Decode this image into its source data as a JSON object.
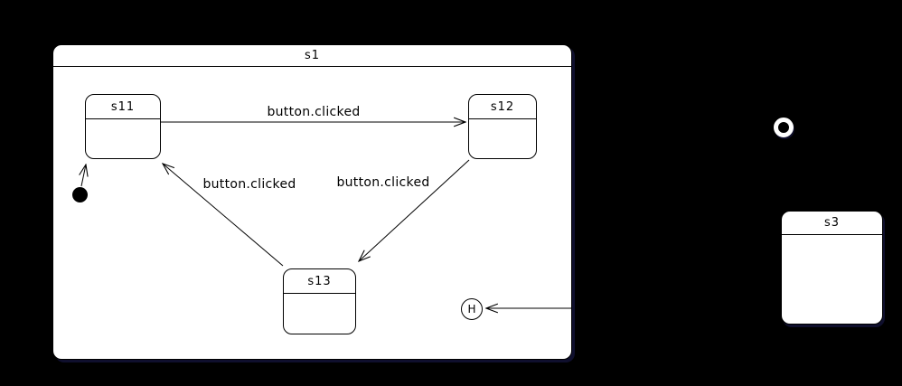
{
  "statechart": {
    "composite": {
      "label": "s1"
    },
    "states": [
      {
        "label": "s11"
      },
      {
        "label": "s12"
      },
      {
        "label": "s13"
      },
      {
        "label": "s3"
      }
    ],
    "pseudostates": {
      "initial": {
        "type": "initial-state-dot"
      },
      "history": {
        "label": "H"
      },
      "ring": {
        "type": "state-ring"
      }
    },
    "transitions": [
      {
        "from": "s11",
        "to": "s12",
        "label": "button.clicked"
      },
      {
        "from": "s13",
        "to": "s11",
        "label": "button.clicked"
      },
      {
        "from": "s12",
        "to": "s13",
        "label": "button.clicked"
      },
      {
        "from": "initial",
        "to": "s11",
        "label": ""
      },
      {
        "from": "right-edge",
        "to": "H",
        "label": ""
      }
    ],
    "colors": {
      "background": "#000000",
      "state_fill": "#ffffff",
      "stroke": "#000000",
      "shadow": "#0f0f2d"
    }
  }
}
